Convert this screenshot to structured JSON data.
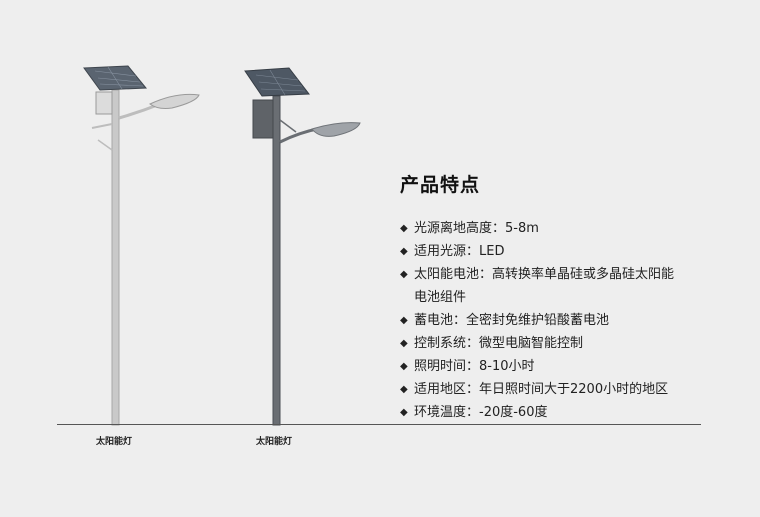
{
  "lamps": [
    {
      "label": "太阳能灯"
    },
    {
      "label": "太阳能灯"
    }
  ],
  "features": {
    "title": "产品特点",
    "bullet_icon": "diamond-bullet-icon",
    "items": [
      "光源离地高度：5-8m",
      "适用光源：LED",
      "太阳能电池：高转换率单晶硅或多晶硅太阳能",
      "电池组件",
      "蓄电池：全密封免维护铅酸蓄电池",
      "控制系统：微型电脑智能控制",
      "照明时间：8-10小时",
      "适用地区：年日照时间大于2200小时的地区",
      "环境温度：-20度-60度"
    ]
  },
  "colors": {
    "background": "#eeeeee",
    "pole_light": "#c9c9c9",
    "pole_dark": "#6a6e73"
  }
}
